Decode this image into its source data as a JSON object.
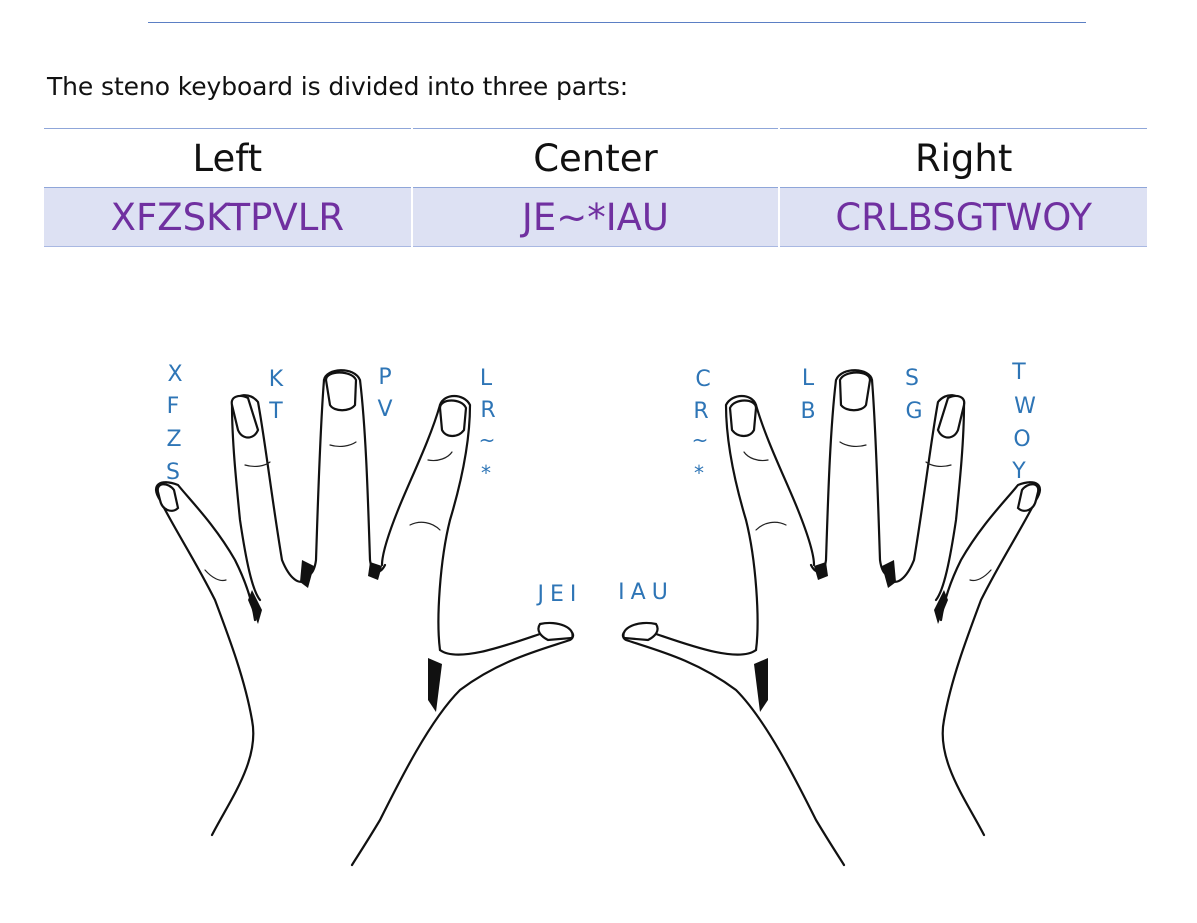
{
  "intro_text": "The steno keyboard is divided into three parts:",
  "colors": {
    "rule": "#5b7fc4",
    "table_row_bg": "#dde1f3",
    "keys_text": "#7030a0",
    "finger_letters": "#2e75b6"
  },
  "table": {
    "headers": [
      "Left",
      "Center",
      "Right"
    ],
    "row": [
      "XFZSKTPVLR",
      "JE~*IAU",
      "CRLBSGTWOY"
    ]
  },
  "hands": {
    "left": {
      "pinky": [
        "X",
        "F",
        "Z",
        "S"
      ],
      "ring": [
        "K",
        "T"
      ],
      "middle": [
        "P",
        "V"
      ],
      "index": [
        "L",
        "R",
        "~",
        "*"
      ],
      "thumb": "JEI"
    },
    "right": {
      "thumb": "IAU",
      "index": [
        "C",
        "R",
        "~",
        "*"
      ],
      "middle": [
        "L",
        "B"
      ],
      "ring": [
        "S",
        "G"
      ],
      "pinky": [
        "T",
        "W",
        "O",
        "Y"
      ]
    }
  }
}
